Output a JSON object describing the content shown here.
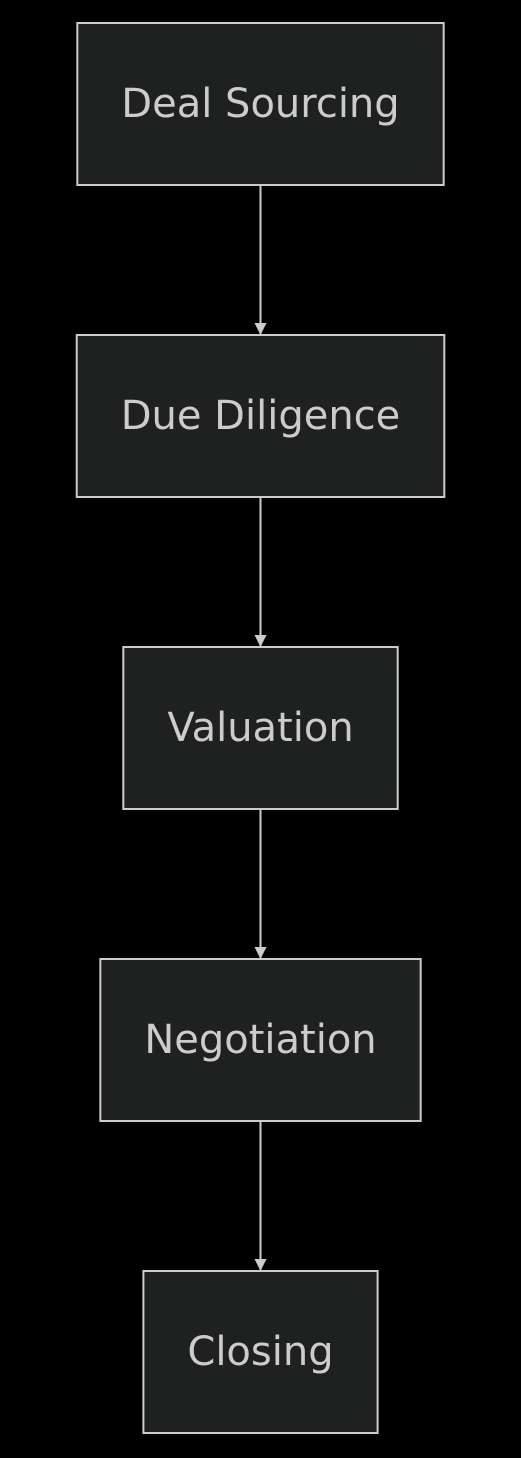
{
  "diagram": {
    "type": "flowchart",
    "direction": "top-down",
    "colors": {
      "background": "#000000",
      "node_fill": "#1f2020",
      "node_border": "#cccccc",
      "text": "#cccccc",
      "edge": "#cccccc"
    },
    "nodes": [
      {
        "id": "deal-sourcing",
        "label": "Deal Sourcing"
      },
      {
        "id": "due-diligence",
        "label": "Due Diligence"
      },
      {
        "id": "valuation",
        "label": "Valuation"
      },
      {
        "id": "negotiation",
        "label": "Negotiation"
      },
      {
        "id": "closing",
        "label": "Closing"
      }
    ],
    "edges": [
      {
        "from": "deal-sourcing",
        "to": "due-diligence"
      },
      {
        "from": "due-diligence",
        "to": "valuation"
      },
      {
        "from": "valuation",
        "to": "negotiation"
      },
      {
        "from": "negotiation",
        "to": "closing"
      }
    ]
  }
}
